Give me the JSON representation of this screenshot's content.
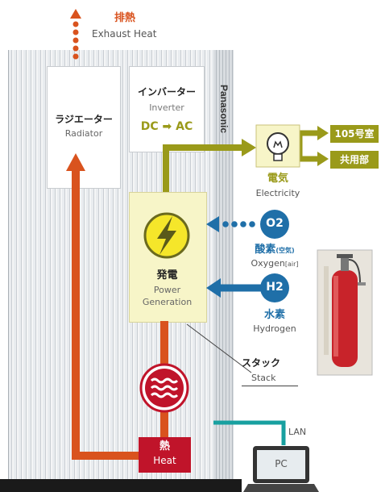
{
  "exhaust": {
    "jp": "排熱",
    "en": "Exhaust Heat"
  },
  "brand": "Panasonic",
  "radiator": {
    "jp": "ラジエーター",
    "en": "Radiator"
  },
  "inverter": {
    "jp": "インバーター",
    "en": "Inverter",
    "conversion": "DC ➡ AC"
  },
  "electricity": {
    "jp": "電気",
    "en": "Electricity"
  },
  "outputs": [
    "105号室",
    "共用部"
  ],
  "oxygen": {
    "symbol": "O2",
    "jp": "酸素",
    "jp_note": "(空気)",
    "en": "Oxygen",
    "en_note": "[air]"
  },
  "hydrogen": {
    "symbol": "H2",
    "jp": "水素",
    "en": "Hydrogen"
  },
  "power_generation": {
    "jp": "発電",
    "en_line1": "Power",
    "en_line2": "Generation"
  },
  "stack": {
    "jp": "スタック",
    "en": "Stack"
  },
  "heat": {
    "jp": "熱",
    "en": "Heat"
  },
  "lan": "LAN",
  "pc": "PC",
  "colors": {
    "heat": "#d9531e",
    "electric": "#9a9a1a",
    "gas": "#1f6fa8",
    "lan": "#18a0a0",
    "heat_box": "#c0142a"
  },
  "icons": [
    "bulb-icon",
    "lightning-icon",
    "heat-waves-icon"
  ]
}
